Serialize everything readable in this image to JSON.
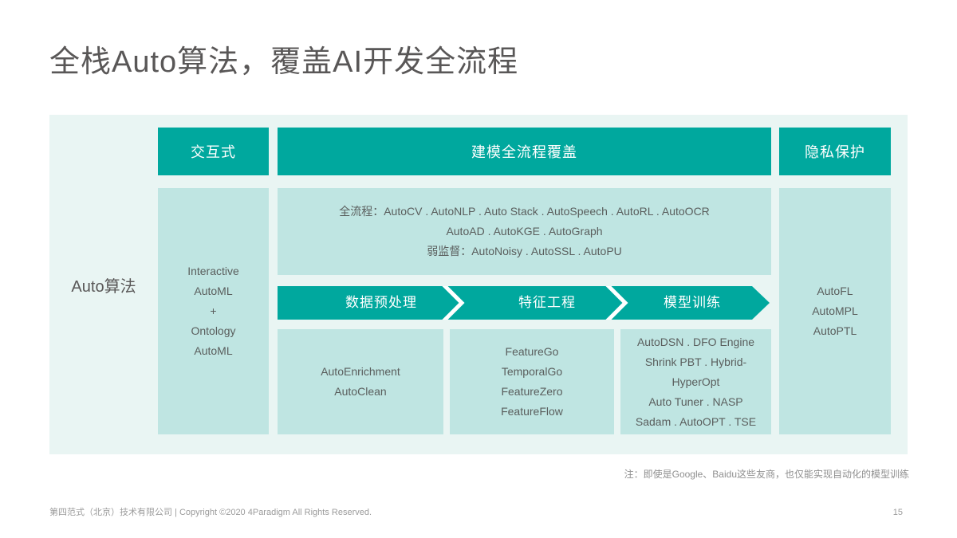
{
  "slide": {
    "title": "全栈Auto算法，覆盖AI开发全流程",
    "note": "注：即使是Google、Baidu这些友商，也仅能实现自动化的模型训练",
    "footer": "第四范式（北京）技术有限公司 | Copyright ©2020 4Paradigm All Rights Reserved.",
    "page_number": "15"
  },
  "colors": {
    "teal": "#00A89E",
    "light_box": "#BFE5E2",
    "panel_bg": "#E9F5F3",
    "title_text": "#595757",
    "body_text": "#5A5E5D",
    "muted_text": "#9B9B9B",
    "header_text": "#FFFFFF"
  },
  "diagram": {
    "row_label": "Auto算法",
    "columns": {
      "interactive": {
        "header": "交互式",
        "lines": [
          "Interactive",
          "AutoML",
          "+",
          "Ontology",
          "AutoML"
        ]
      },
      "modeling": {
        "header": "建模全流程覆盖",
        "full_process_lines": [
          "全流程：AutoCV . AutoNLP . Auto Stack . AutoSpeech . AutoRL . AutoOCR",
          "AutoAD . AutoKGE . AutoGraph",
          "弱监督：AutoNoisy . AutoSSL . AutoPU"
        ],
        "stages": [
          {
            "label": "数据预处理",
            "lines": [
              "AutoEnrichment",
              "AutoClean"
            ]
          },
          {
            "label": "特征工程",
            "lines": [
              "FeatureGo",
              "TemporalGo",
              "FeatureZero",
              "FeatureFlow"
            ]
          },
          {
            "label": "模型训练",
            "lines": [
              "AutoDSN . DFO Engine",
              "Shrink PBT . Hybrid-",
              "HyperOpt",
              "Auto Tuner . NASP",
              "Sadam . AutoOPT . TSE"
            ]
          }
        ]
      },
      "privacy": {
        "header": "隐私保护",
        "lines": [
          "AutoFL",
          "AutoMPL",
          "AutoPTL"
        ]
      }
    }
  }
}
